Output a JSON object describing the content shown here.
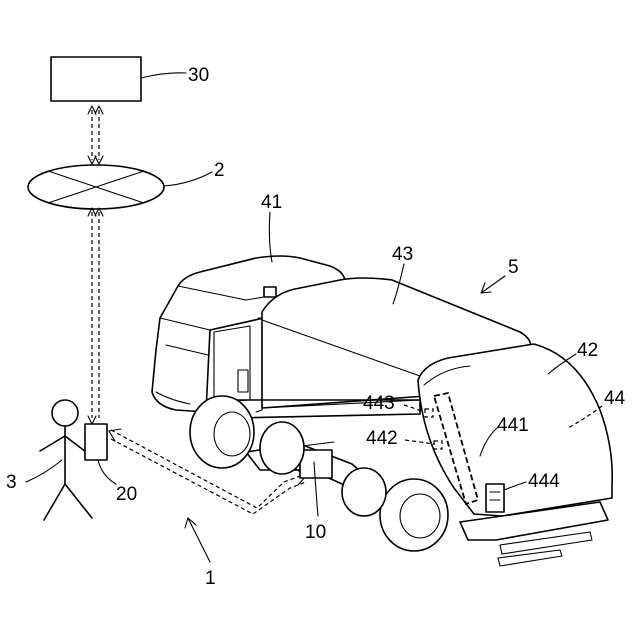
{
  "labels": {
    "server": "30",
    "network": "2",
    "vehicle_unit": "10",
    "terminal": "20",
    "user": "3",
    "system": "1",
    "vehicle": "5",
    "cab": "41",
    "rear_body": "42",
    "body": "43",
    "loading_device": "44",
    "part_441": "441",
    "part_442": "442",
    "part_443": "443",
    "part_444": "444"
  }
}
